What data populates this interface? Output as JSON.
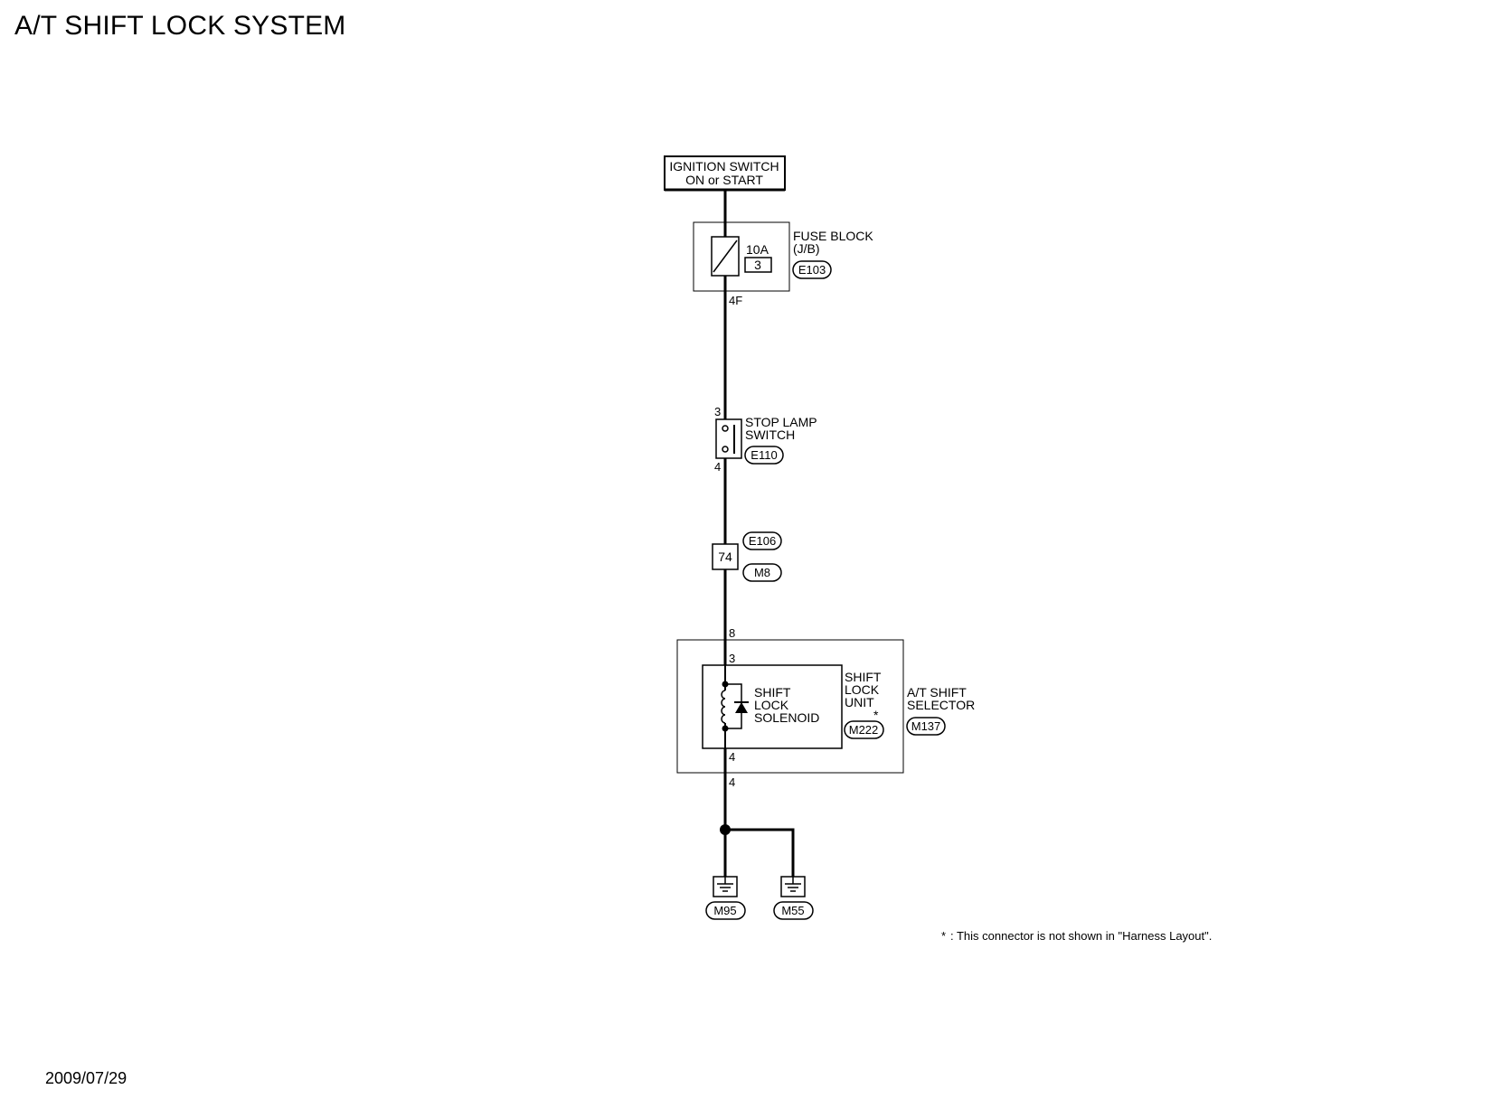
{
  "page": {
    "title": "A/T SHIFT LOCK SYSTEM",
    "date": "2009/07/29"
  },
  "ignition": {
    "line1": "IGNITION SWITCH",
    "line2": "ON or START"
  },
  "fuse_block": {
    "label1": "FUSE BLOCK",
    "label2": "(J/B)",
    "connector": "E103",
    "rating": "10A",
    "number": "3",
    "terminal": "4F"
  },
  "stop_lamp_switch": {
    "label1": "STOP LAMP",
    "label2": "SWITCH",
    "connector": "E110",
    "pin_in": "3",
    "pin_out": "4"
  },
  "joint": {
    "number": "74",
    "connector_top": "E106",
    "connector_bottom": "M8"
  },
  "shift_selector": {
    "label1": "A/T SHIFT",
    "label2": "SELECTOR",
    "connector": "M137",
    "pin_in": "8",
    "pin_out": "4"
  },
  "shift_lock_unit": {
    "label1": "SHIFT",
    "label2": "LOCK",
    "label3": "UNIT",
    "connector": "M222",
    "star": "*",
    "pin_in": "3",
    "pin_out": "4"
  },
  "solenoid": {
    "line1": "SHIFT",
    "line2": "LOCK",
    "line3": "SOLENOID"
  },
  "grounds": [
    {
      "connector": "M95"
    },
    {
      "connector": "M55"
    }
  ],
  "footnote": {
    "star": "*",
    "text": ": This connector is not shown in \"Harness Layout\"."
  }
}
